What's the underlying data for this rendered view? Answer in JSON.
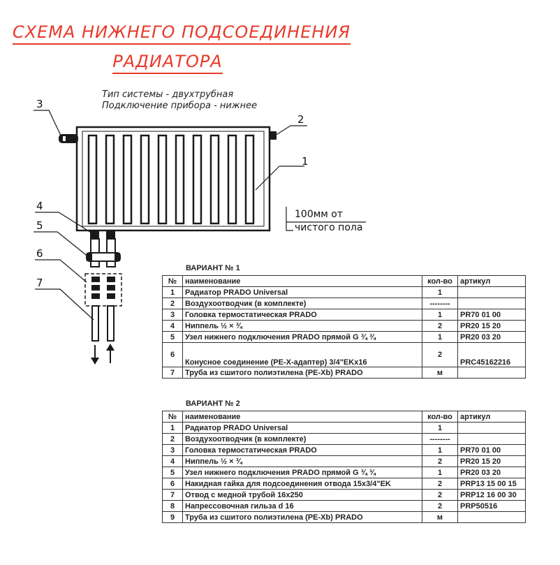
{
  "title": {
    "line1": "СХЕМА НИЖНЕГО ПОДСОЕДИНЕНИЯ",
    "line2": "РАДИАТОРА"
  },
  "note": {
    "line1": "Тип системы - двухтрубная",
    "line2": "Подключение прибора - нижнее"
  },
  "height_note": {
    "line1": "100мм от",
    "line2": "чистого пола"
  },
  "callouts": [
    "1",
    "2",
    "3",
    "4",
    "5",
    "6",
    "7"
  ],
  "colors": {
    "title": "#e8392a",
    "drawing": "#1a1a1a"
  },
  "table_headers": [
    "№",
    "наименование",
    "кол-во",
    "артикул"
  ],
  "variant1": {
    "title": "ВАРИАНТ № 1",
    "rows": [
      [
        "1",
        "Радиатор PRADO Universal",
        "1",
        ""
      ],
      [
        "2",
        "Воздухоотводчик (в комплекте)",
        "--------",
        ""
      ],
      [
        "3",
        "Головка термостатическая PRADO",
        "1",
        "PR70 01 00"
      ],
      [
        "4",
        "Ниппель ½ × ¾",
        "2",
        "PR20 15 20"
      ],
      [
        "5",
        "Узел нижнего подключения PRADO прямой G ¾ ¾",
        "1",
        "PR20 03 20"
      ],
      [
        "6",
        "Конусное соединение (PE-X-адаптер) 3/4\"EKx16",
        "2",
        "PRC45162216"
      ],
      [
        "7",
        "Труба из сшитого полиэтилена (PE-Xb) PRADO",
        "м",
        ""
      ]
    ]
  },
  "variant2": {
    "title": "ВАРИАНТ № 2",
    "rows": [
      [
        "1",
        "Радиатор PRADO Universal",
        "1",
        ""
      ],
      [
        "2",
        "Воздухоотводчик (в комплекте)",
        "--------",
        ""
      ],
      [
        "3",
        "Головка термостатическая PRADO",
        "1",
        "PR70 01 00"
      ],
      [
        "4",
        "Ниппель ½ × ¾",
        "2",
        "PR20 15 20"
      ],
      [
        "5",
        "Узел нижнего подключения PRADO прямой G ¾ ¾",
        "1",
        "PR20 03 20"
      ],
      [
        "6",
        "Накидная гайка для подсоединения отвода 15x3/4\"EK",
        "2",
        "PRP13 15 00 15"
      ],
      [
        "7",
        "Отвод с медной трубой 16x250",
        "2",
        "PRP12 16 00 30"
      ],
      [
        "8",
        "Напрессовочная гильза d 16",
        "2",
        "PRP50516"
      ],
      [
        "9",
        "Труба из сшитого полиэтилена (PE-Xb) PRADO",
        "м",
        ""
      ]
    ]
  }
}
